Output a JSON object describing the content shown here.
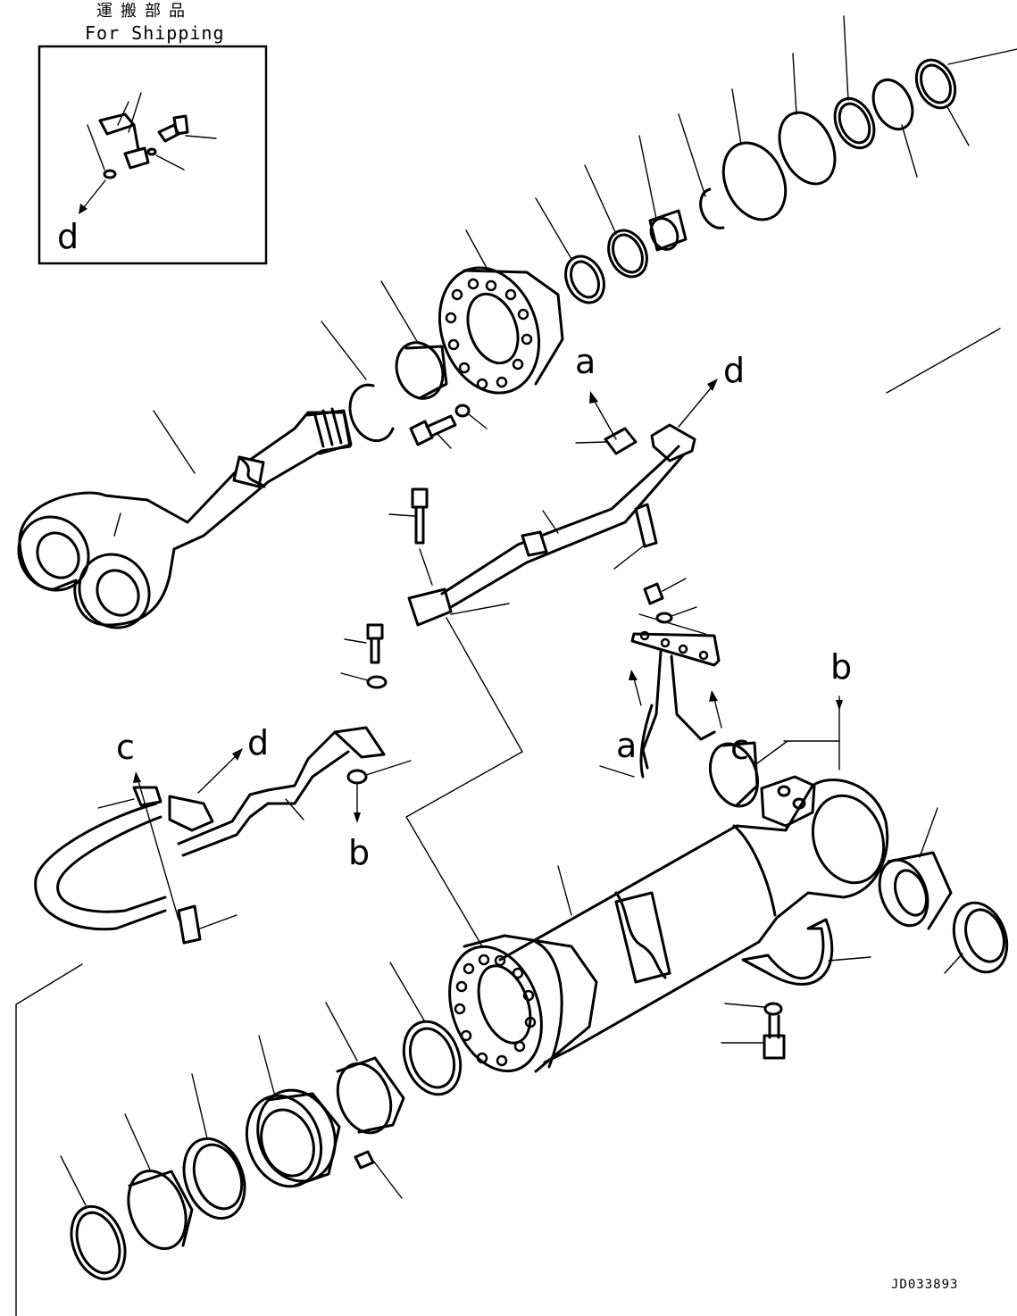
{
  "shipping_box": {
    "title_jp": "運搬部品",
    "title_en": "For Shipping"
  },
  "callouts": {
    "d": "d",
    "a": "a",
    "b": "b",
    "c": "c"
  },
  "drawing_code": "JD033893"
}
